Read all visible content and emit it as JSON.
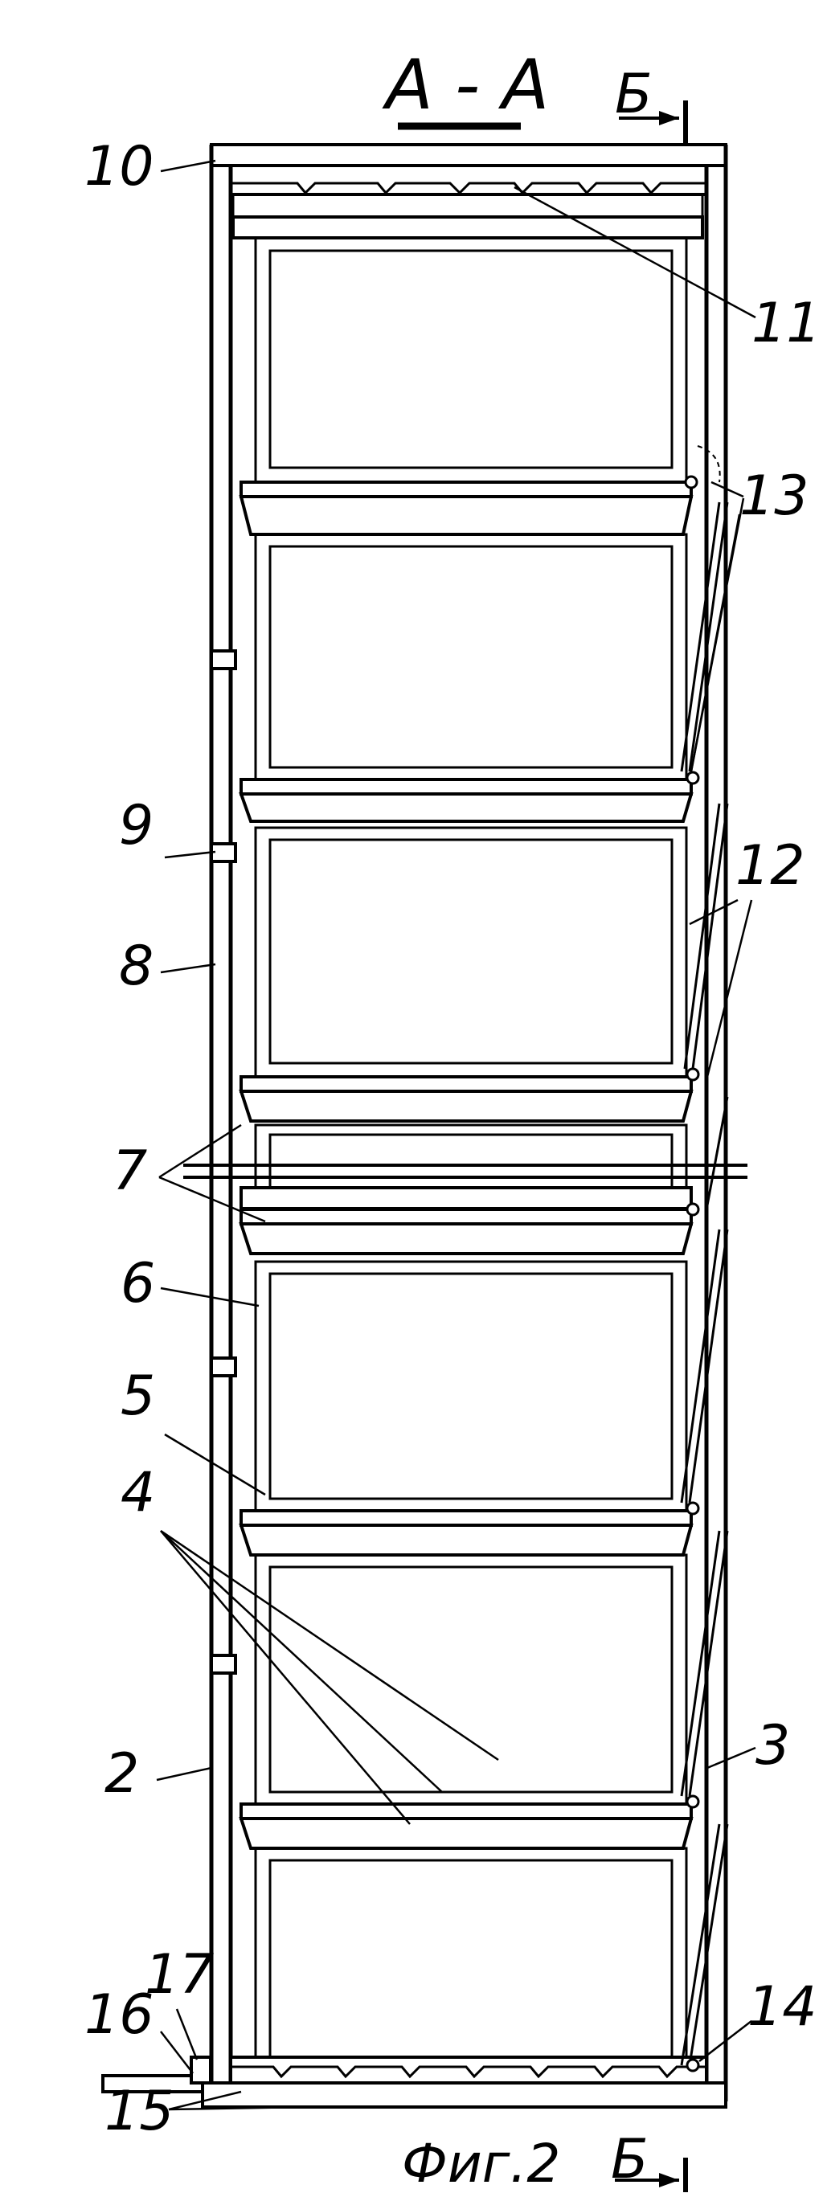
{
  "section_title": "А - А",
  "figure_caption": "Фиг.2",
  "section_marks": {
    "top": "Б",
    "bottom": "Б"
  },
  "labels": {
    "l2": "2",
    "l3": "3",
    "l4": "4",
    "l5": "5",
    "l6": "6",
    "l7": "7",
    "l8": "8",
    "l9": "9",
    "l10": "10",
    "l11": "11",
    "l12": "12",
    "l13": "13",
    "l14": "14",
    "l15": "15",
    "l16": "16",
    "l17": "17"
  }
}
